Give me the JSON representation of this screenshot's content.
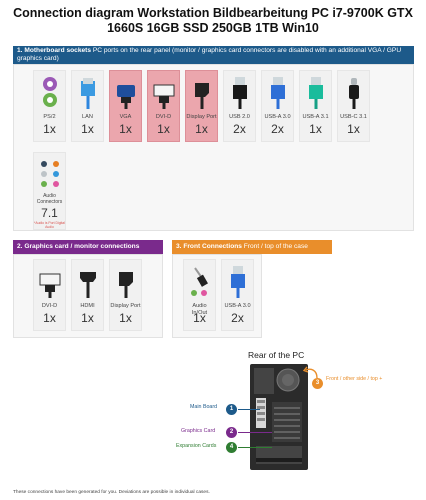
{
  "title": "Connection diagram Workstation Bildbearbeitung PC i7-9700K GTX 1660S 16GB SSD 250GB 1TB Win10",
  "section1": {
    "heading": "1. Motherboard sockets",
    "subtitle": "PC ports on the rear panel (monitor / graphics card connectors are disabled with an additional VGA / GPU graphics card)",
    "color": "#1d5a8a",
    "ports": [
      {
        "label": "PS/2",
        "count": "1x",
        "icon": "ps2-port-icon",
        "disabled": false
      },
      {
        "label": "LAN",
        "count": "1x",
        "icon": "lan-cable-icon",
        "disabled": false
      },
      {
        "label": "VGA",
        "count": "1x",
        "icon": "vga-cable-icon",
        "disabled": true
      },
      {
        "label": "DVI-D",
        "count": "1x",
        "icon": "dvi-cable-icon",
        "disabled": true
      },
      {
        "label": "Display Port",
        "count": "1x",
        "icon": "displayport-cable-icon",
        "disabled": true
      },
      {
        "label": "USB 2.0",
        "count": "2x",
        "icon": "usb2-cable-icon",
        "disabled": false
      },
      {
        "label": "USB-A 3.0",
        "count": "2x",
        "icon": "usb3-cable-icon",
        "disabled": false
      },
      {
        "label": "USB-A 3.1",
        "count": "1x",
        "icon": "usb31-cable-icon",
        "disabled": false
      },
      {
        "label": "USB-C 3.1",
        "count": "1x",
        "icon": "usbc-cable-icon",
        "disabled": false
      }
    ],
    "audio": {
      "label": "Audio Connectors",
      "count": "7.1",
      "note": "*Audio is Port Digital Audio",
      "icon": "audio-jacks-icon"
    }
  },
  "section2": {
    "heading": "2. Graphics card / monitor connections",
    "color": "#7a2a8c",
    "ports": [
      {
        "label": "DVI-D",
        "count": "1x",
        "icon": "dvi-cable-icon"
      },
      {
        "label": "HDMI",
        "count": "1x",
        "icon": "hdmi-cable-icon"
      },
      {
        "label": "Display Port",
        "count": "1x",
        "icon": "displayport-cable-icon"
      }
    ]
  },
  "section3": {
    "heading": "3. Front Connections",
    "subtitle": "Front / top of the case",
    "color": "#e98e2b",
    "ports": [
      {
        "label": "Audio In/Out",
        "count": "1x",
        "icon": "audio-jack-cable-icon"
      },
      {
        "label": "USB-A 3.0",
        "count": "2x",
        "icon": "usb3-cable-icon"
      }
    ]
  },
  "rear": {
    "title": "Rear of the PC",
    "front_label": "Front / other side / top +",
    "main_board": "Main Board",
    "graphics_card": "Graphics Card",
    "expansion_cards": "Expansion Cards",
    "n1": "1",
    "n2": "2",
    "n3": "3",
    "n4": "4",
    "color_blue": "#1d5a8a",
    "color_purple": "#7a2a8c",
    "color_orange": "#e98e2b",
    "color_green": "#2f7d32"
  },
  "footer": "These connections have been generated for you. Deviations are possible in individual cases."
}
